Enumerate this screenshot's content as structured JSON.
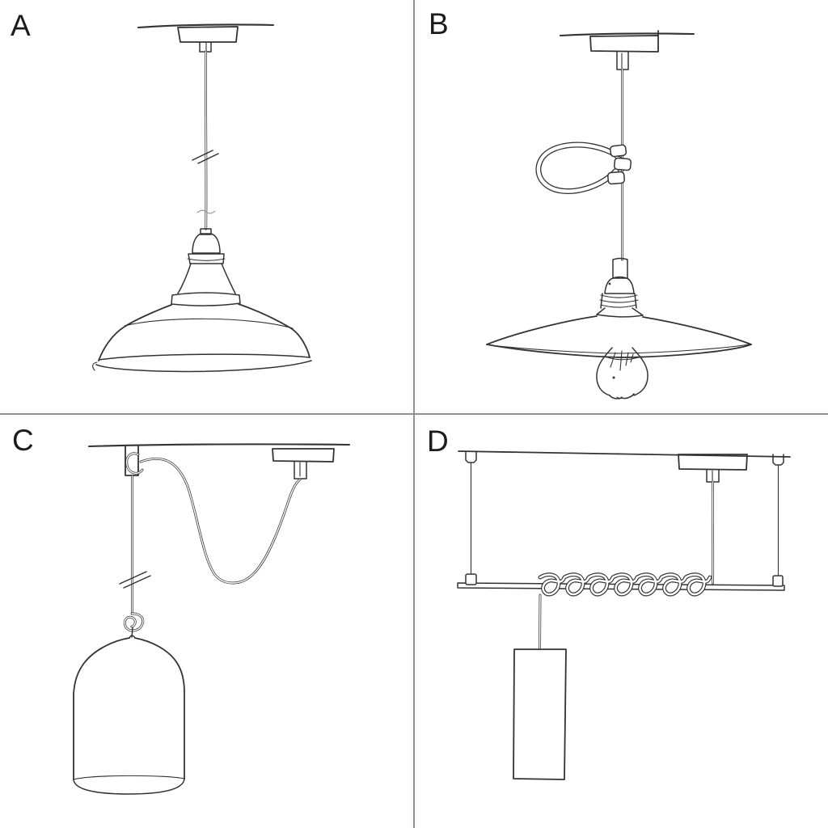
{
  "page": {
    "background": "#ffffff",
    "ink_color": "#333333",
    "divider_color": "#909090",
    "label_color": "#1c1c1c"
  },
  "panels": [
    {
      "label": "A",
      "sketch": "pendant-straight-cord-industrial-shade"
    },
    {
      "label": "B",
      "sketch": "pendant-cord-adjuster-flat-shade-exposed-bulb"
    },
    {
      "label": "C",
      "sketch": "swag-pendant-hook-bell-shade"
    },
    {
      "label": "D",
      "sketch": "bar-suspension-wrapped-cord-tube-shade"
    }
  ]
}
